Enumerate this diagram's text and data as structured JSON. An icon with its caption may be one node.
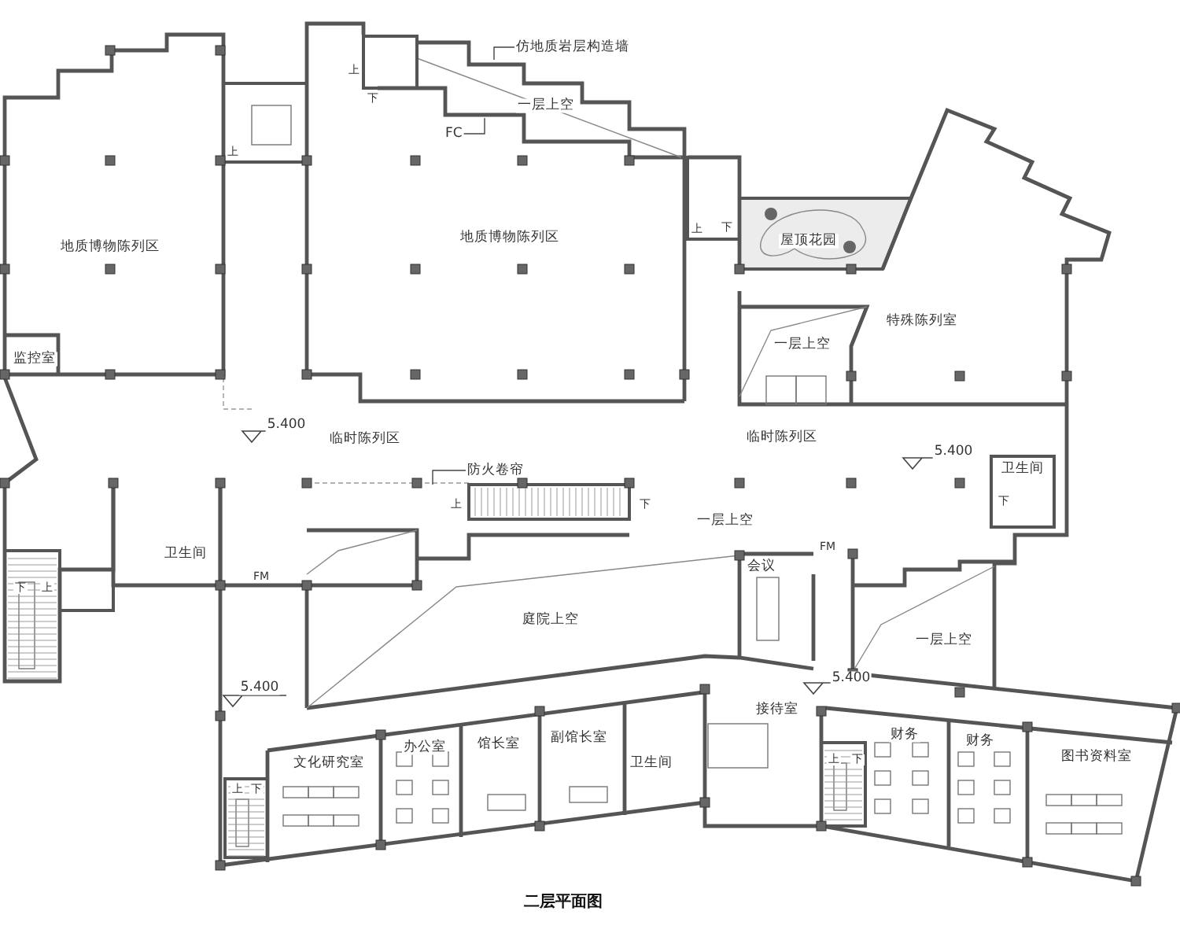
{
  "diagram": {
    "caption": "二层平面图",
    "nodes": [
      {
        "text": [
          "仿地质岩层构造墙"
        ]
      },
      {
        "text": [
          "FC"
        ]
      },
      {
        "text": [
          "防火卷帘"
        ]
      }
    ],
    "edges": [
      {
        "from": 0,
        "to": null,
        "arrow": "none"
      },
      {
        "from": 1,
        "to": null,
        "arrow": "none"
      },
      {
        "from": 2,
        "to": null,
        "arrow": "none"
      }
    ],
    "labels": [
      "上",
      "下",
      "一层上空",
      "上",
      "上",
      "下",
      "地质博物陈列区",
      "屋顶花园",
      "地质博物陈列区",
      "特殊陈列室",
      "一层上空",
      "监控室",
      "5.400",
      "临时陈列区",
      "临时陈列区",
      "5.400",
      "卫生间",
      "上",
      "下",
      "下",
      "FM",
      "一层上空",
      "卫生间",
      "会议",
      "下",
      "上",
      "FM",
      "庭院上空",
      "一层上空",
      "5.400",
      "5.400",
      "接待室",
      "办公室",
      "馆长室",
      "副馆长室",
      "财务",
      "财务",
      "文化研究室",
      "图书资料室",
      "卫生间",
      "上",
      "下",
      "上",
      "下"
    ]
  }
}
